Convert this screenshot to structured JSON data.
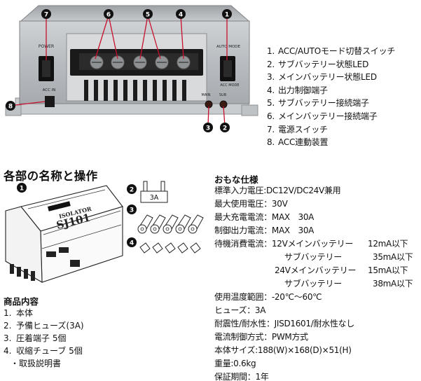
{
  "device": {
    "power_label": "POWER",
    "acc_in_label": "ACC IN",
    "auto_mode_label": "AUTO MODE",
    "acc_mode_label": "ACC MODE",
    "main_led_label": "MAIN",
    "sub_led_label": "SUB",
    "callouts": [
      "7",
      "6",
      "5",
      "4",
      "1",
      "8",
      "3",
      "2"
    ]
  },
  "parts": [
    {
      "num": "1.",
      "label": "ACC/AUTOモード切替スイッチ"
    },
    {
      "num": "2.",
      "label": "サブバッテリー状態LED"
    },
    {
      "num": "3.",
      "label": "メインバッテリー状態LED"
    },
    {
      "num": "4.",
      "label": "出力制御端子"
    },
    {
      "num": "5.",
      "label": "サブバッテリー接続端子"
    },
    {
      "num": "6.",
      "label": "メインバッテリー接続端子"
    },
    {
      "num": "7.",
      "label": "電源スイッチ"
    },
    {
      "num": "8.",
      "label": "ACC連動装置"
    }
  ],
  "section_title": "各部の名称と操作",
  "illustration": {
    "markers": [
      "1",
      "2",
      "3",
      "4"
    ],
    "fuse_label": "3A",
    "product_brand": "ISOLATOR",
    "product_model": "SJ101"
  },
  "contents": {
    "title": "商品内容",
    "items": [
      {
        "num": "1.",
        "label": "本体"
      },
      {
        "num": "2.",
        "label": "予備ヒューズ(3A)"
      },
      {
        "num": "3.",
        "label": "圧着端子 5個"
      },
      {
        "num": "4.",
        "label": "収縮チューブ 5個"
      }
    ],
    "note": "・取扱説明書"
  },
  "specs": {
    "title": "おもな仕様",
    "rows": [
      {
        "label": "標準入力電圧:",
        "value": "DC12V/DC24V兼用"
      },
      {
        "label": "最大使用電圧：",
        "value": "30V"
      },
      {
        "label": "最大充電電流：",
        "value": "MAX　30A"
      },
      {
        "label": "制御出力電流：",
        "value": "MAX　30A"
      },
      {
        "label": "待機消費電流：",
        "value": "12Vメインバッテリー",
        "amount": "12mA以下"
      },
      {
        "label": "",
        "value": "サブバッテリー",
        "amount": "35mA以下"
      },
      {
        "label": "",
        "value": "24Vメインバッテリー",
        "amount": "15mA以下"
      },
      {
        "label": "",
        "value": "サブバッテリー",
        "amount": "38mA以下"
      },
      {
        "label": "使用温度範囲：",
        "value": "-20℃～60℃"
      },
      {
        "label": "ヒューズ：",
        "value": "3A"
      },
      {
        "label": "耐震性/耐水性：",
        "value": "JISD1601/耐水性なし"
      },
      {
        "label": "電流制御方式：",
        "value": "PWM方式"
      },
      {
        "label": "本体サイズ:",
        "value": "188(W)×168(D)×51(H)"
      },
      {
        "label": "重量:",
        "value": "0.6kg"
      },
      {
        "label": "保証期間：",
        "value": "1年"
      }
    ]
  }
}
